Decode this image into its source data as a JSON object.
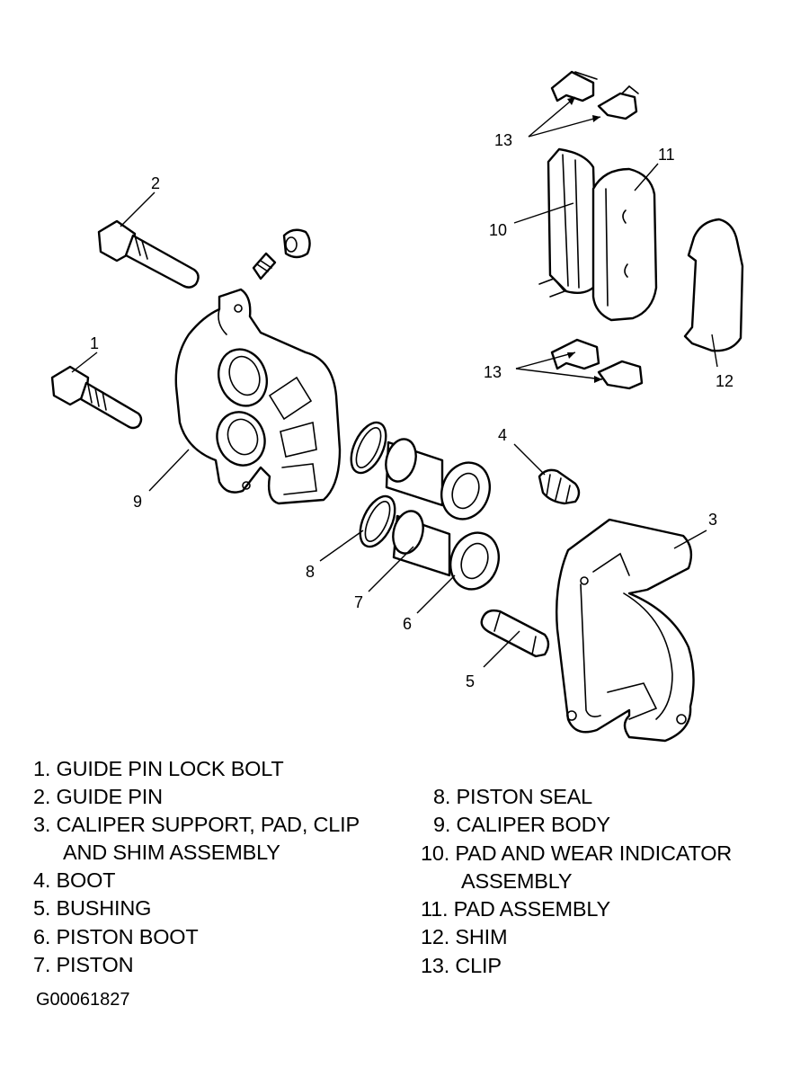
{
  "callouts": {
    "c1": "1",
    "c2": "2",
    "c3": "3",
    "c4": "4",
    "c5": "5",
    "c6": "6",
    "c7": "7",
    "c8": "8",
    "c9": "9",
    "c10": "10",
    "c11": "11",
    "c12": "12",
    "c13_top": "13",
    "c13_bottom": "13"
  },
  "legend": {
    "left": [
      {
        "text": "1. GUIDE PIN LOCK BOLT"
      },
      {
        "text": "2. GUIDE PIN"
      },
      {
        "text": "3. CALIPER SUPPORT, PAD, CLIP",
        "cont": "AND SHIM ASSEMBLY"
      },
      {
        "text": "4. BOOT"
      },
      {
        "text": "5. BUSHING"
      },
      {
        "text": "6. PISTON BOOT"
      },
      {
        "text": "7. PISTON"
      }
    ],
    "right": [
      {
        "text": "8. PISTON SEAL"
      },
      {
        "text": "9. CALIPER BODY"
      },
      {
        "text": "10. PAD AND WEAR INDICATOR",
        "cont": "ASSEMBLY"
      },
      {
        "text": "11. PAD ASSEMBLY"
      },
      {
        "text": "12. SHIM"
      },
      {
        "text": "13. CLIP"
      }
    ]
  },
  "figure_id": "G00061827"
}
